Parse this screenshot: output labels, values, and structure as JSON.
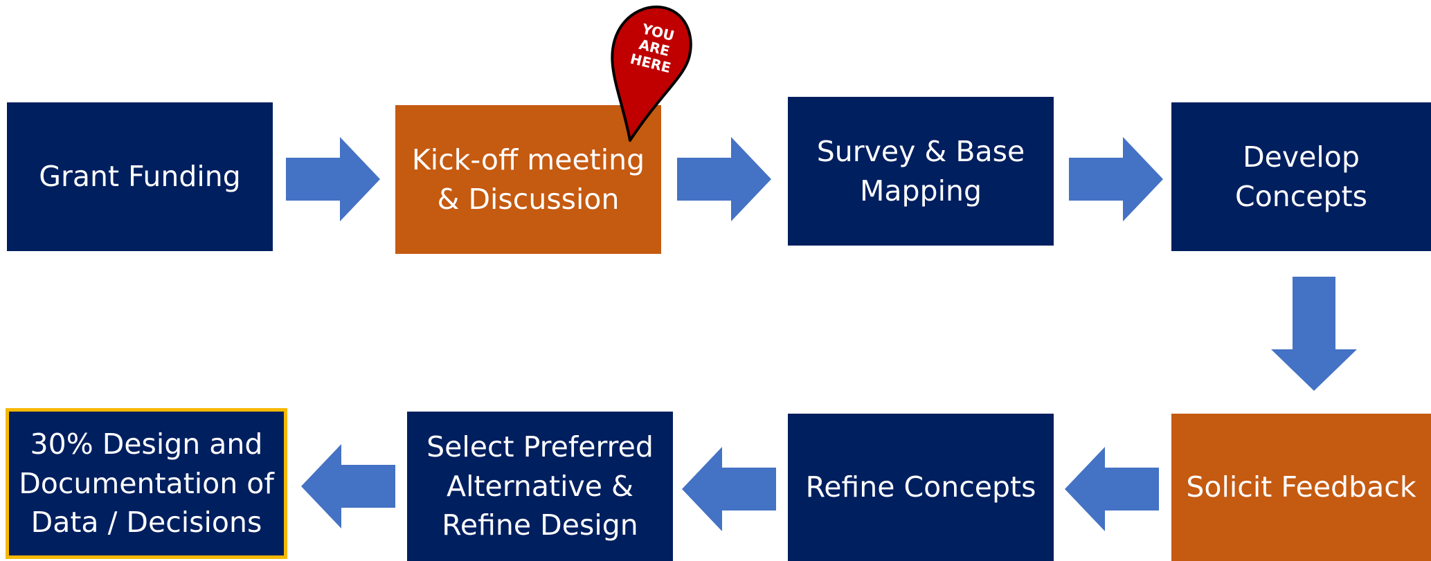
{
  "colors": {
    "navy": "#001f5f",
    "orange": "#c55a11",
    "arrow": "#4472c4",
    "highlight_border": "#f5b800",
    "pin": "#c00000"
  },
  "steps": [
    {
      "label": "Grant Funding",
      "state": "done"
    },
    {
      "label": "Kick-off meeting\n& Discussion",
      "state": "current"
    },
    {
      "label": "Survey & Base\nMapping",
      "state": "upcoming"
    },
    {
      "label": "Develop\nConcepts",
      "state": "upcoming"
    },
    {
      "label": "Solicit Feedback",
      "state": "milestone"
    },
    {
      "label": "Refine Concepts",
      "state": "upcoming"
    },
    {
      "label": "Select Preferred\nAlternative &\nRefine Design",
      "state": "upcoming"
    },
    {
      "label": "30% Design and\nDocumentation of\nData / Decisions",
      "state": "final"
    }
  ],
  "pin": {
    "line1": "YOU",
    "line2": "ARE",
    "line3": "HERE",
    "icon": "map-pin-icon"
  },
  "arrows": [
    "arrow-right-icon",
    "arrow-right-icon",
    "arrow-right-icon",
    "arrow-down-icon",
    "arrow-left-icon",
    "arrow-left-icon",
    "arrow-left-icon"
  ]
}
